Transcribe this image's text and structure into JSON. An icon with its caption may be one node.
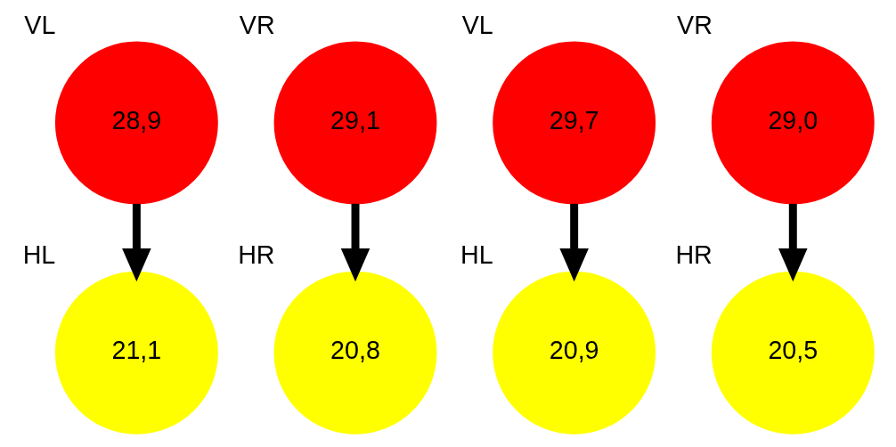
{
  "diagram": {
    "nodes": [
      {
        "text": [
          "28,9"
        ],
        "beside": [
          "VL"
        ]
      },
      {
        "text": [
          "29,1"
        ],
        "beside": [
          "VR"
        ]
      },
      {
        "text": [
          "29,7"
        ],
        "beside": [
          "VL"
        ]
      },
      {
        "text": [
          "29,0"
        ],
        "beside": [
          "VR"
        ]
      },
      {
        "text": [
          "21,1"
        ],
        "beside": [
          "HL"
        ]
      },
      {
        "text": [
          "20,8"
        ],
        "beside": [
          "HR"
        ]
      },
      {
        "text": [
          "20,9"
        ],
        "beside": [
          "HL"
        ]
      },
      {
        "text": [
          "20,5"
        ],
        "beside": [
          "HR"
        ]
      }
    ],
    "edges": [
      {
        "from": 0,
        "to": 4,
        "arrow": "to"
      },
      {
        "from": 1,
        "to": 5,
        "arrow": "to"
      },
      {
        "from": 2,
        "to": 6,
        "arrow": "to"
      },
      {
        "from": 3,
        "to": 7,
        "arrow": "to"
      }
    ]
  }
}
